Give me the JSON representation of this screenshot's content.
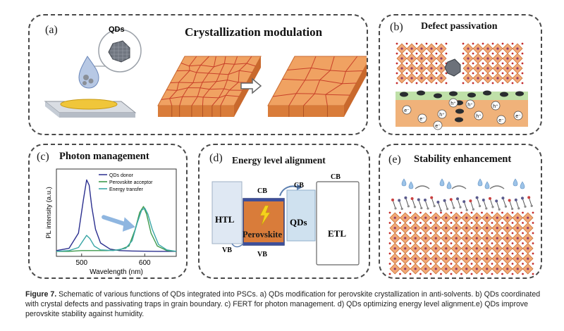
{
  "panel_a": {
    "label": "(a)",
    "title": "Crystallization modulation",
    "qd_label": "QDs"
  },
  "panel_b": {
    "label": "(b)",
    "title": "Defect passivation",
    "electron": "e⁻",
    "hole": "h⁺"
  },
  "panel_c": {
    "label": "(c)",
    "title": "Photon management",
    "chart_data": {
      "type": "line",
      "xlabel": "Wavelength (nm)",
      "ylabel": "PL intensity (a.u.)",
      "xlim": [
        460,
        650
      ],
      "xticks": [
        500,
        600
      ],
      "series": [
        {
          "name": "QDs donor",
          "color": "#2b2f8f",
          "x": [
            460,
            480,
            495,
            503,
            508,
            512,
            516,
            522,
            530,
            545,
            560,
            580,
            600,
            620,
            650
          ],
          "y": [
            0.02,
            0.05,
            0.25,
            0.7,
            0.95,
            0.88,
            0.6,
            0.3,
            0.12,
            0.04,
            0.02,
            0.015,
            0.012,
            0.01,
            0.01
          ]
        },
        {
          "name": "Perovskite acceptor",
          "color": "#3e9a4c",
          "x": [
            460,
            480,
            500,
            510,
            520,
            540,
            560,
            575,
            585,
            592,
            598,
            603,
            610,
            620,
            635,
            650
          ],
          "y": [
            0.01,
            0.01,
            0.02,
            0.02,
            0.02,
            0.02,
            0.03,
            0.08,
            0.3,
            0.52,
            0.6,
            0.5,
            0.25,
            0.08,
            0.02,
            0.01
          ]
        },
        {
          "name": "Energy transfer",
          "color": "#3aa6a6",
          "x": [
            460,
            480,
            495,
            503,
            508,
            513,
            520,
            530,
            550,
            570,
            580,
            588,
            595,
            600,
            605,
            612,
            622,
            635,
            650
          ],
          "y": [
            0.01,
            0.02,
            0.06,
            0.16,
            0.22,
            0.18,
            0.08,
            0.03,
            0.02,
            0.05,
            0.15,
            0.38,
            0.55,
            0.58,
            0.5,
            0.3,
            0.1,
            0.03,
            0.01
          ]
        }
      ]
    }
  },
  "panel_d": {
    "label": "(d)",
    "title": "Energy level alignment",
    "htl": "HTL",
    "etl": "ETL",
    "perovskite": "Perovskite",
    "qds": "QDs",
    "cb": "CB",
    "vb": "VB"
  },
  "panel_e": {
    "label": "(e)",
    "title": "Stability enhancement"
  },
  "caption": {
    "figure": "Figure 7.",
    "text": " Schematic of various functions of QDs integrated into PSCs. a) QDs modification for perovskite crystallization in anti-solvents. b) QDs coordinated with crystal defects and passivating traps in grain boundary. c) FERT for photon management. d) QDs optimizing energy level alignment.e) QDs improve perovskite stability against humidity."
  },
  "colors": {
    "film": "#f0a262",
    "film_side": "#d97c3a",
    "grain_line": "#c8412a",
    "octahedron": "#f2a876",
    "border": "#4a4a4a"
  }
}
